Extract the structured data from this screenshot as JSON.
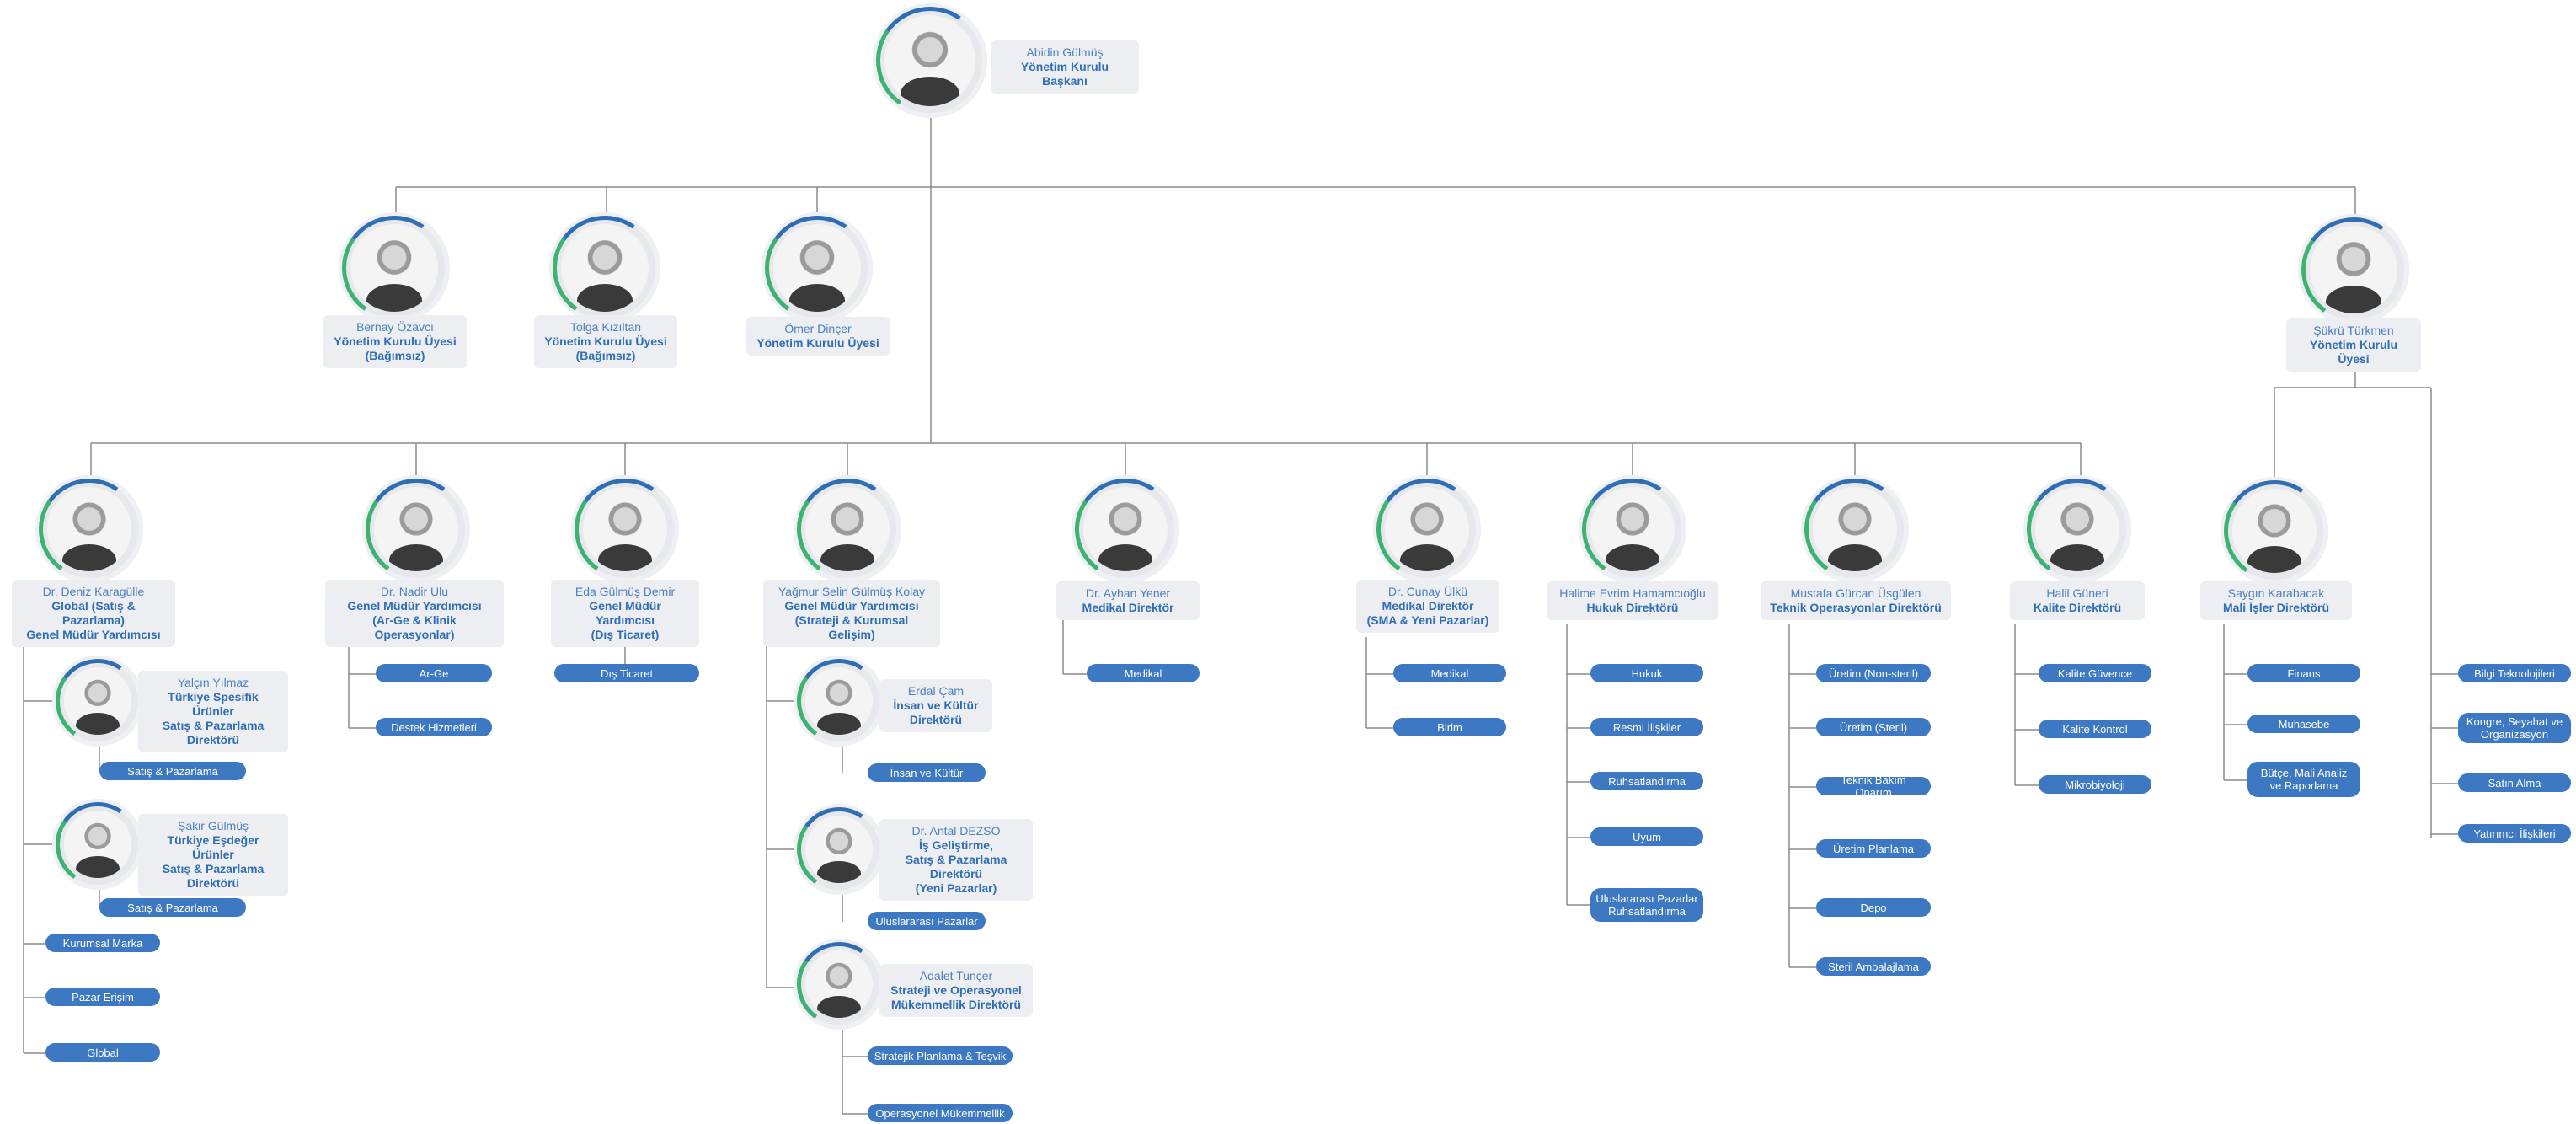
{
  "chairman": {
    "name": "Abidin Gülmüş",
    "title": "Yönetim Kurulu Başkanı"
  },
  "board": [
    {
      "name": "Bernay Özavcı",
      "title": "Yönetim Kurulu Üyesi",
      "note": "(Bağımsız)"
    },
    {
      "name": "Tolga Kızıltan",
      "title": "Yönetim Kurulu Üyesi",
      "note": "(Bağımsız)"
    },
    {
      "name": "Ömer Dinçer",
      "title": "Yönetim Kurulu Üyesi",
      "note": ""
    },
    {
      "name": "Şükrü Türkmen",
      "title": "Yönetim Kurulu Üyesi",
      "note": ""
    }
  ],
  "executives": [
    {
      "name": "Dr. Deniz Karagülle",
      "title": "Global (Satış & Pazarlama)",
      "title2": "Genel Müdür Yardımcısı",
      "subs": [
        {
          "name": "Yalçın Yılmaz",
          "title": "Türkiye Spesifik Ürünler",
          "title2": "Satış & Pazarlama",
          "title3": "Direktörü",
          "units": [
            "Satış & Pazarlama"
          ]
        },
        {
          "name": "Şakir Gülmüş",
          "title": "Türkiye Eşdeğer Ürünler",
          "title2": "Satış & Pazarlama",
          "title3": "Direktörü",
          "units": [
            "Satış & Pazarlama"
          ]
        }
      ],
      "units": [
        "Kurumsal Marka",
        "Pazar Erişim",
        "Global"
      ]
    },
    {
      "name": "Dr. Nadir Ulu",
      "title": "Genel Müdür Yardımcısı",
      "title2": "(Ar-Ge & Klinik Operasyonlar)",
      "units": [
        "Ar-Ge",
        "Destek Hizmetleri"
      ]
    },
    {
      "name": "Eda Gülmüş Demir",
      "title": "Genel Müdür Yardımcısı",
      "title2": "(Dış Ticaret)",
      "units": [
        "Dış Ticaret"
      ]
    },
    {
      "name": "Yağmur Selin Gülmüş Kolay",
      "title": "Genel Müdür Yardımcısı",
      "title2": "(Strateji & Kurumsal Gelişim)",
      "subs": [
        {
          "name": "Erdal Çam",
          "title": "İnsan ve Kültür",
          "title2": "Direktörü",
          "title3": "",
          "units": [
            "İnsan ve Kültür"
          ]
        },
        {
          "name": "Dr. Antal DEZSO",
          "title": "İş Geliştirme,",
          "title2": "Satış & Pazarlama Direktörü",
          "title3": "(Yeni Pazarlar)",
          "units": [
            "Uluslararası Pazarlar"
          ]
        },
        {
          "name": "Adalet Tunçer",
          "title": "Strateji ve Operasyonel",
          "title2": "Mükemmellik Direktörü",
          "title3": "",
          "units": [
            "Stratejik Planlama & Teşvik",
            "Operasyonel Mükemmellik"
          ]
        }
      ]
    },
    {
      "name": "Dr. Ayhan Yener",
      "title": "Medikal Direktör",
      "title2": "",
      "units": [
        "Medikal"
      ]
    },
    {
      "name": "Dr. Cunay Ülkü",
      "title": "Medikal Direktör",
      "title2": "(SMA & Yeni Pazarlar)",
      "units": [
        "Medikal",
        "Birim"
      ]
    },
    {
      "name": "Halime Evrim Hamamcıoğlu",
      "title": "Hukuk Direktörü",
      "title2": "",
      "units": [
        "Hukuk",
        "Resmi İlişkiler",
        "Ruhsatlandırma",
        "Uyum",
        "Uluslararası Pazarlar\nRuhsatlandırma"
      ]
    },
    {
      "name": "Mustafa Gürcan Üsgülen",
      "title": "Teknik Operasyonlar Direktörü",
      "title2": "",
      "units": [
        "Üretim (Non-steril)",
        "Üretim (Steril)",
        "Teknik Bakım Onarım",
        "Üretim Planlama",
        "Depo",
        "Steril Ambalajlama"
      ]
    },
    {
      "name": "Halil Güneri",
      "title": "Kalite Direktörü",
      "title2": "",
      "units": [
        "Kalite Güvence",
        "Kalite Kontrol",
        "Mikrobiyoloji"
      ]
    },
    {
      "name": "Saygın Karabacak",
      "title": "Mali İşler Direktörü",
      "title2": "",
      "units": [
        "Finans",
        "Muhasebe",
        "Bütçe, Mali Analiz\nve Raporlama"
      ]
    }
  ],
  "extra_units": [
    "Bilgi Teknolojileri",
    "Kongre, Seyahat ve\nOrganizasyon",
    "Satın Alma",
    "Yatırımcı İlişkileri"
  ],
  "colors": {
    "line": "#8a8a8a",
    "pill": "#3d78c2",
    "accent": "#2f6db5",
    "label_bg": "#eceef2"
  }
}
